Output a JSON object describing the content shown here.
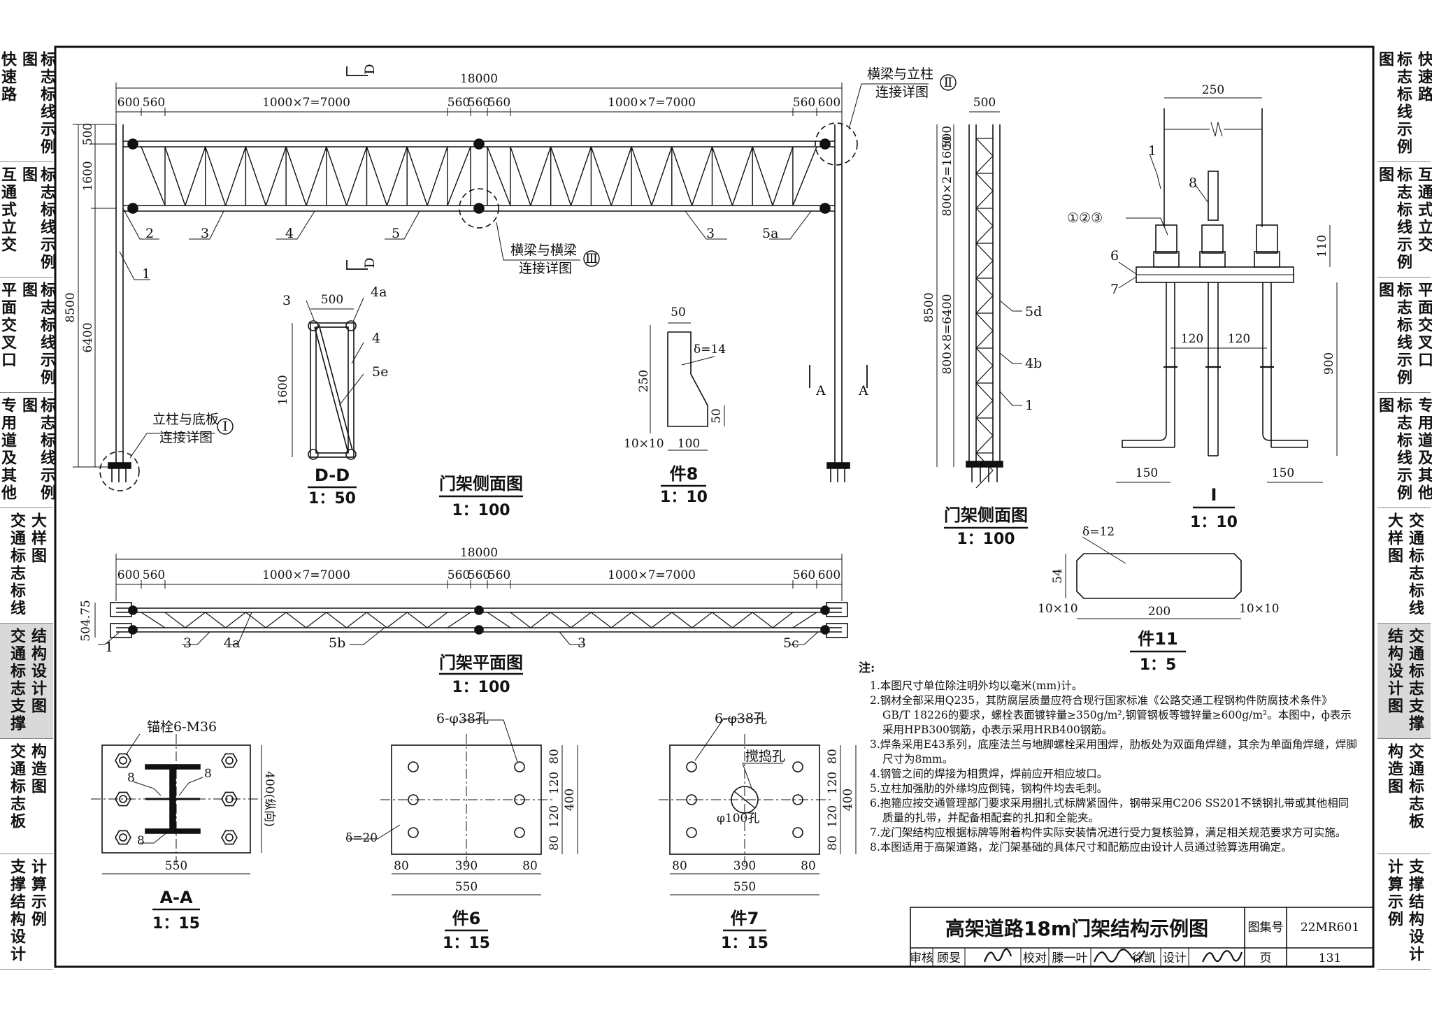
{
  "sidebar_left": [
    {
      "cols": [
        "快速路",
        "标志标线示例图"
      ]
    },
    {
      "cols": [
        "互通式立交",
        "标志标线示例图"
      ]
    },
    {
      "cols": [
        "平面交叉口",
        "标志标线示例图"
      ]
    },
    {
      "cols": [
        "专用道及其他",
        "标志标线示例图"
      ]
    },
    {
      "cols": [
        "交通标志标线",
        "大样图"
      ]
    },
    {
      "cols": [
        "交通标志支撑",
        "结构设计图"
      ]
    },
    {
      "cols": [
        "交通标志板",
        "构造图"
      ]
    },
    {
      "cols": [
        "支撑结构设计",
        "计算示例"
      ]
    }
  ],
  "active_index": 5,
  "elevation": {
    "dims_top": {
      "total": "18000",
      "seg600": "600",
      "seg560": "560",
      "span": "1000×7=7000"
    },
    "dims_left": {
      "total": "8500",
      "h500": "500",
      "h1600": "1600",
      "h6400": "6400"
    },
    "labels": {
      "p1": "1",
      "p2": "2",
      "p3": "3",
      "p4": "4",
      "p5": "5",
      "p5a": "5a"
    },
    "callouts": {
      "c1_line1": "立柱与底板",
      "c1_line2": "连接详图",
      "c1_num": "Ⅰ",
      "c2_line1": "横梁与立柱",
      "c2_line2": "连接详图",
      "c2_num": "Ⅱ",
      "c3_line1": "横梁与横梁",
      "c3_line2": "连接详图",
      "c3_num": "Ⅲ"
    },
    "section_mark_d": "D",
    "section_mark_a": "A",
    "title": "门架侧面图",
    "scale": "1：100"
  },
  "section_dd": {
    "w": "500",
    "h": "1600",
    "l3": "3",
    "l4a": "4a",
    "l4": "4",
    "l5e": "5e",
    "title": "D-D",
    "scale": "1：50"
  },
  "part8": {
    "w": "50",
    "h": "250",
    "t": "δ=14",
    "c": "50",
    "cham": "10×10",
    "b": "100",
    "title": "件8",
    "scale": "1：10"
  },
  "side_view": {
    "w": "500",
    "h_total": "8500",
    "h_top": "800×2=1600",
    "h_low": "800×8=6400",
    "h500": "500",
    "l5d": "5d",
    "l4b": "4b",
    "l1": "1",
    "title": "门架侧面图",
    "scale": "1：100"
  },
  "detail_i": {
    "w250": "250",
    "l1": "1",
    "l8": "8",
    "lgroup": "①②③",
    "l6": "6",
    "l7": "7",
    "g120a": "120",
    "g120b": "120",
    "h110": "110",
    "h900": "900",
    "b150a": "150",
    "b150b": "150",
    "title": "Ⅰ",
    "scale": "1：10"
  },
  "part11": {
    "t": "δ=12",
    "h": "54",
    "cham1": "10×10",
    "cham2": "10×10",
    "w": "200",
    "title": "件11",
    "scale": "1：5"
  },
  "plan": {
    "total": "18000",
    "seg600": "600",
    "seg560": "560",
    "span": "1000×7=7000",
    "depth": "504.75",
    "l1": "1",
    "l3": "3",
    "l4a": "4a",
    "l5b": "5b",
    "l5c": "5c",
    "title": "门架平面图",
    "scale": "1：100"
  },
  "section_aa": {
    "anchor": "锚栓6-M36",
    "weld": "8",
    "w": "550",
    "h": "400(纵向)",
    "title": "A-A",
    "scale": "1：15"
  },
  "part6": {
    "holes": "6-φ38孔",
    "t": "δ=20",
    "d80a": "80",
    "d120a": "120",
    "d120b": "120",
    "d80b": "80",
    "h": "400",
    "w80a": "80",
    "w390": "390",
    "w80b": "80",
    "w": "550",
    "title": "件6",
    "scale": "1：15"
  },
  "part7": {
    "holes": "6-φ38孔",
    "stir": "搅捣孔",
    "center": "φ100孔",
    "d80a": "80",
    "d120a": "120",
    "d120b": "120",
    "d80b": "80",
    "h": "400",
    "w80a": "80",
    "w390": "390",
    "w80b": "80",
    "w": "550",
    "title": "件7",
    "scale": "1：15"
  },
  "notes": {
    "heading": "注:",
    "items": [
      "1.本图尺寸单位除注明外均以毫米(mm)计。",
      "2.钢材全部采用Q235，其防腐层质量应符合现行国家标准《公路交通工程钢构件防腐技术条件》GB/T 18226的要求，螺栓表面镀锌量≥350g/m²,钢管钢板等镀锌量≥600g/m²。本图中，ф表示采用HPB300钢筋，ф表示采用HRB400钢筋。",
      "3.焊条采用E43系列，底座法兰与地脚螺栓采用围焊，肋板处为双面角焊缝，其余为单面角焊缝，焊脚尺寸为8mm。",
      "4.钢管之间的焊接为相贯焊，焊前应开相应坡口。",
      "5.立柱加强肋的外缘均应倒钝，钢构件均去毛刺。",
      "6.抱箍应按交通管理部门要求采用捆扎式标牌紧固件，钢带采用C206 SS201不锈钢扎带或其他相同质量的扎带，并配备相配套的扎扣和全能夹。",
      "7.龙门架结构应根据标牌等附着构件实际安装情况进行受力复核验算，满足相关规范要求方可实施。",
      "8.本图适用于高架道路，龙门架基础的具体尺寸和配筋应由设计人员通过验算选用确定。"
    ]
  },
  "title_block": {
    "title": "高架道路18m门架结构示例图",
    "atlas_label": "图集号",
    "atlas_no": "22MR601",
    "review_label": "审核",
    "review_name": "顾旻",
    "check_label": "校对",
    "check_name": "滕一叶",
    "design_label": "设计",
    "design_name": "徐凯",
    "page_label": "页",
    "page_no": "131"
  }
}
